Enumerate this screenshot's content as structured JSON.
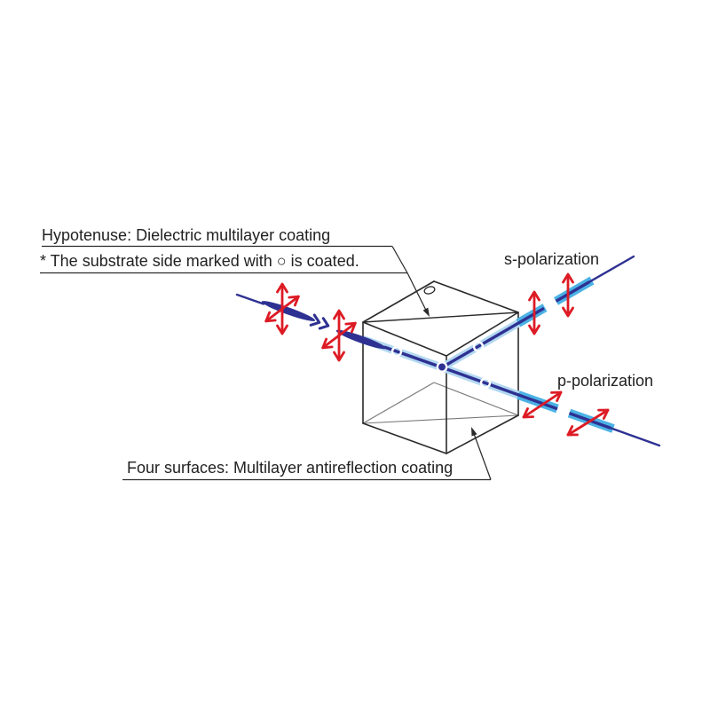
{
  "figure": {
    "labels": {
      "hypotenuse_coating": "Hypotenuse: Dielectric multilayer coating",
      "substrate_note": "* The substrate side marked with ○ is coated.",
      "s_polarization": "s-polarization",
      "p_polarization": "p-polarization",
      "ar_coating": "Four surfaces: Multilayer antireflection coating"
    },
    "icons": {
      "coated_side_marker": "small-ellipse-circle-on-top-face",
      "beam_direction_chevrons": "double-chevron-arrows-along-beam",
      "polarization_symbol": "red-double-headed-arrows",
      "beam_waist_rings": "white-open-circles-on-beam"
    },
    "colors": {
      "background": "#ffffff",
      "outline": "#2a2a2a",
      "hidden_line": "#787878",
      "text": "#222222",
      "beam_core": "#2e3192",
      "beam_outer": "#4cb2e5",
      "beam_inner": "#b3d8f1",
      "arrow_red": "#dd1b24"
    }
  }
}
